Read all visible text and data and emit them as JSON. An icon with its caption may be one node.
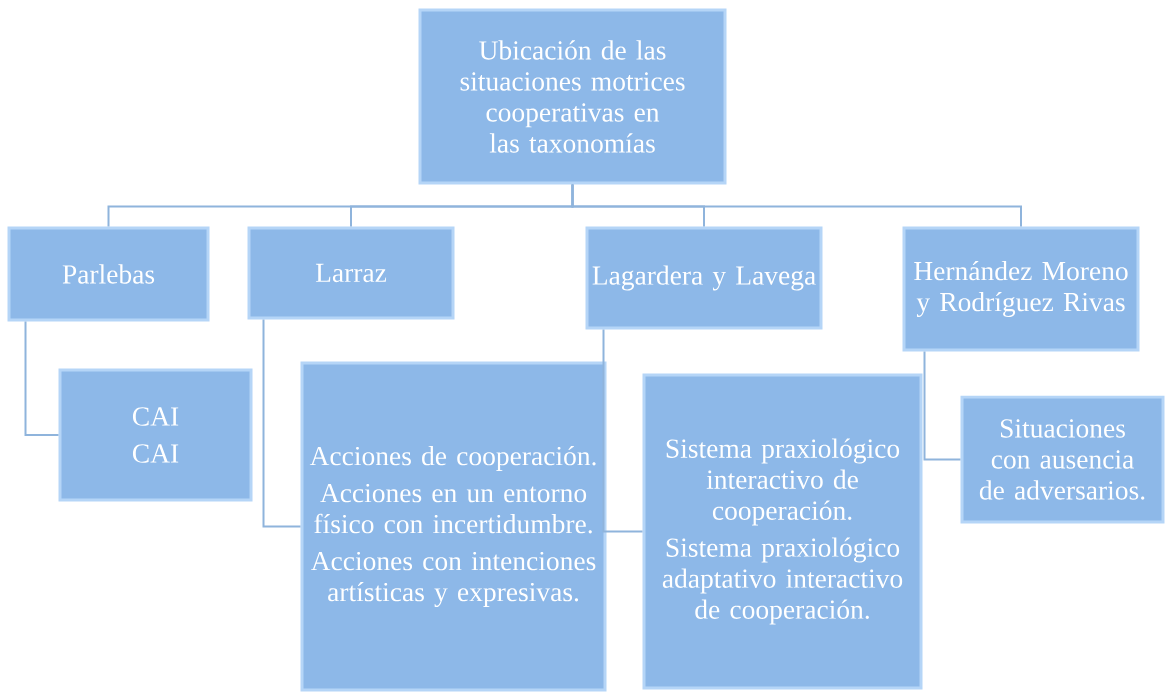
{
  "diagram": {
    "nodes": [
      {
        "text": [
          "Ubicación de las situaciones motrices cooperativas en las taxonomías"
        ]
      },
      {
        "text": [
          "Parlebas"
        ]
      },
      {
        "text": [
          "Larraz"
        ]
      },
      {
        "text": [
          "Lagardera y Lavega"
        ]
      },
      {
        "text": [
          "Hernández Moreno y Rodríguez Rivas"
        ]
      },
      {
        "text": [
          "CAI",
          "CAI"
        ]
      },
      {
        "text": [
          "Acciones de cooperación.",
          "Acciones en un entorno físico con incertidumbre.",
          "Acciones con intenciones artísticas y expresivas."
        ]
      },
      {
        "text": [
          "Sistema praxiológico interactivo de cooperación.",
          "Sistema praxiológico adaptativo interactivo de cooperación."
        ]
      },
      {
        "text": [
          "Situaciones con ausencia de adversarios."
        ]
      }
    ],
    "edges": [
      {
        "from": 0,
        "to": 1,
        "arrow": "none"
      },
      {
        "from": 0,
        "to": 2,
        "arrow": "none"
      },
      {
        "from": 0,
        "to": 3,
        "arrow": "none"
      },
      {
        "from": 0,
        "to": 4,
        "arrow": "none"
      },
      {
        "from": 1,
        "to": 5,
        "arrow": "none"
      },
      {
        "from": 2,
        "to": 6,
        "arrow": "none"
      },
      {
        "from": 3,
        "to": 7,
        "arrow": "none"
      },
      {
        "from": 4,
        "to": 8,
        "arrow": "none"
      }
    ]
  }
}
